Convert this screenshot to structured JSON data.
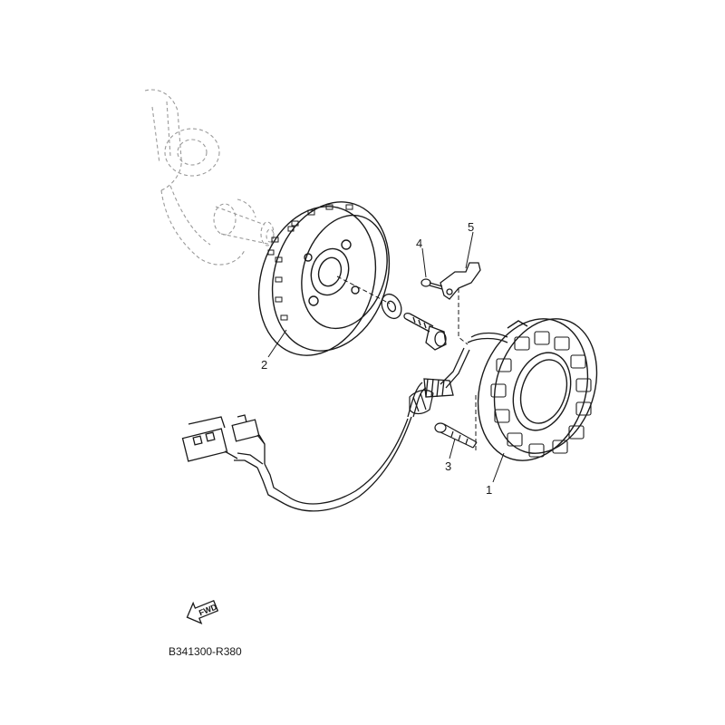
{
  "callouts": {
    "stator": "1",
    "rotor": "2",
    "bolt": "3",
    "screw": "4",
    "clamp": "5"
  },
  "fwd_label": "FWD",
  "reference_code": "B341300-R380",
  "colors": {
    "line": "#1a1a1a",
    "ghost": "#9a9a9a",
    "background": "#ffffff"
  },
  "icons": {
    "direction": "forward-arrow-icon"
  }
}
